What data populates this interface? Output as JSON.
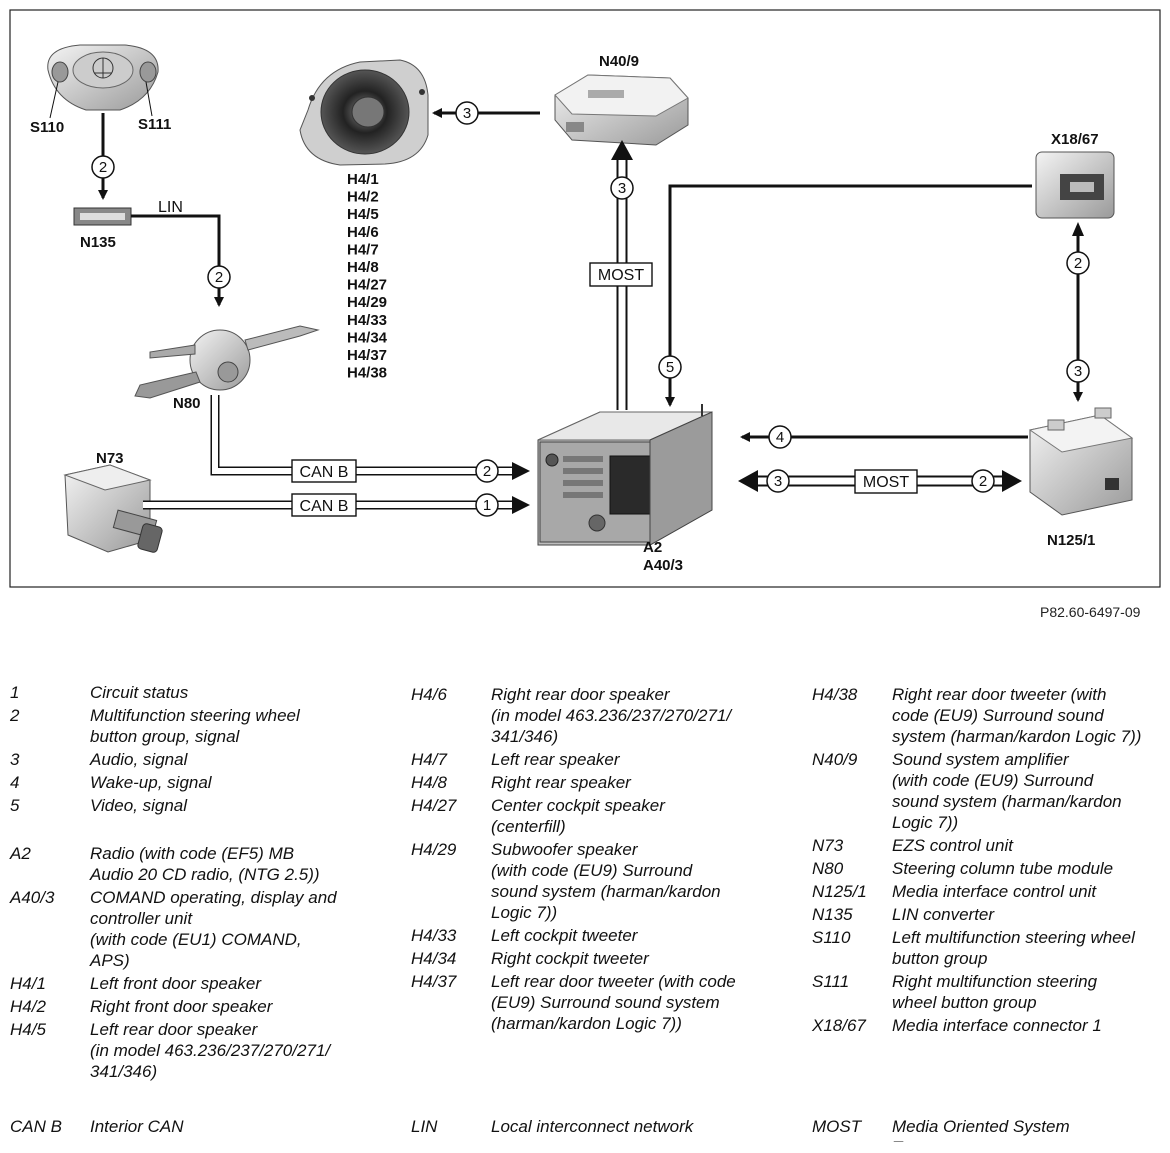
{
  "diagram": {
    "components": {
      "s110": "S110",
      "s111": "S111",
      "n135": "N135",
      "lin_label": "LIN",
      "n80": "N80",
      "n73": "N73",
      "n40_9": "N40/9",
      "x18_67": "X18/67",
      "a2": "A2",
      "a40_3": "A40/3",
      "n125_1": "N125/1"
    },
    "speaker_labels": [
      "H4/1",
      "H4/2",
      "H4/5",
      "H4/6",
      "H4/7",
      "H4/8",
      "H4/27",
      "H4/29",
      "H4/33",
      "H4/34",
      "H4/37",
      "H4/38"
    ],
    "bus_labels": {
      "most_vertical": "MOST",
      "most_horizontal": "MOST",
      "canb_upper": "CAN B",
      "canb_lower": "CAN B"
    },
    "signal_numbers": {
      "s_to_n135": "2",
      "n135_to_n80": "2",
      "n40_to_speaker": "3",
      "a2_to_n40": "3",
      "x18_to_a2": "5",
      "x18_n125_upper": "2",
      "x18_n125_lower": "3",
      "n125_to_a2": "4",
      "most_left": "3",
      "most_right": "2",
      "canb_upper": "2",
      "canb_lower": "1"
    },
    "reference": "P82.60-6497-09"
  },
  "legend": {
    "col1": [
      {
        "key": "1",
        "value": "Circuit status"
      },
      {
        "key": "2",
        "value": "Multifunction steering wheel\nbutton group, signal"
      },
      {
        "key": "3",
        "value": "Audio, signal"
      },
      {
        "key": "4",
        "value": "Wake-up, signal"
      },
      {
        "key": "5",
        "value": "Video, signal"
      },
      {
        "key": "A2",
        "value": "Radio (with code (EF5) MB\nAudio 20 CD radio, (NTG 2.5))"
      },
      {
        "key": "A40/3",
        "value": "COMAND operating, display and\ncontroller unit\n(with code (EU1) COMAND,\nAPS)"
      },
      {
        "key": "H4/1",
        "value": "Left front door speaker"
      },
      {
        "key": "H4/2",
        "value": "Right front door speaker"
      },
      {
        "key": "H4/5",
        "value": "Left rear door speaker\n(in model 463.236/237/270/271/\n341/346)"
      }
    ],
    "col2": [
      {
        "key": "H4/6",
        "value": "Right rear door speaker\n(in model 463.236/237/270/271/\n341/346)"
      },
      {
        "key": "H4/7",
        "value": "Left rear speaker"
      },
      {
        "key": "H4/8",
        "value": "Right rear speaker"
      },
      {
        "key": "H4/27",
        "value": "Center cockpit speaker\n(centerfill)"
      },
      {
        "key": "H4/29",
        "value": "Subwoofer speaker\n(with code (EU9) Surround\nsound system (harman/kardon\nLogic 7))"
      },
      {
        "key": "H4/33",
        "value": "Left cockpit tweeter"
      },
      {
        "key": "H4/34",
        "value": "Right cockpit tweeter"
      },
      {
        "key": "H4/37",
        "value": "Left rear door tweeter (with code\n(EU9) Surround sound system\n(harman/kardon Logic 7))"
      }
    ],
    "col3": [
      {
        "key": "H4/38",
        "value": "Right rear door tweeter (with\ncode (EU9) Surround sound\nsystem (harman/kardon Logic 7))"
      },
      {
        "key": "N40/9",
        "value": "Sound system amplifier\n(with code (EU9) Surround\nsound system (harman/kardon\nLogic 7))"
      },
      {
        "key": "N73",
        "value": "EZS control unit"
      },
      {
        "key": "N80",
        "value": "Steering column tube module"
      },
      {
        "key": "N125/1",
        "value": "Media interface control unit"
      },
      {
        "key": "N135",
        "value": "LIN converter"
      },
      {
        "key": "S110",
        "value": "Left multifunction steering wheel\nbutton group"
      },
      {
        "key": "S111",
        "value": "Right multifunction steering\nwheel button group"
      },
      {
        "key": "X18/67",
        "value": "Media interface connector 1"
      }
    ],
    "abbreviations": [
      {
        "key": "CAN B",
        "value": "Interior CAN"
      },
      {
        "key": "LIN",
        "value": "Local interconnect network"
      },
      {
        "key": "MOST",
        "value": "Media Oriented System\nTransport"
      }
    ]
  }
}
